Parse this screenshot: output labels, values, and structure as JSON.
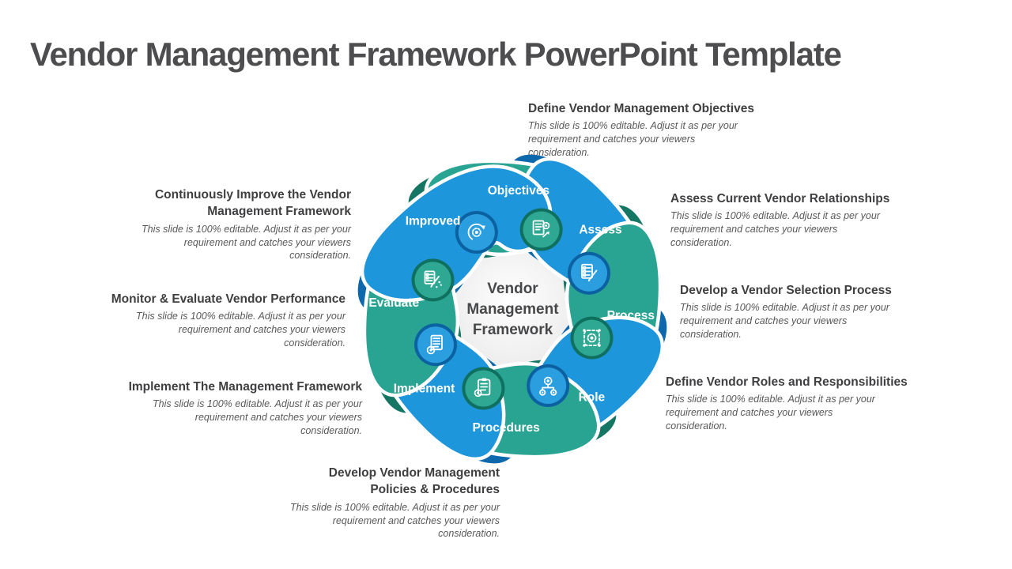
{
  "title": "Vendor Management Framework PowerPoint Template",
  "center": {
    "label": "Vendor Management Framework"
  },
  "editable_note": "This slide is 100% editable. Adjust it as per your requirement and catches your viewers consideration.",
  "colors": {
    "teal": "#2aa492",
    "teal_dark": "#147663",
    "blue": "#1e96db",
    "blue_dark": "#0e69ac",
    "heading": "#3f3f41",
    "body_text": "#595959",
    "title_text": "#4d4d4f",
    "center_bg": "#e9e9e9"
  },
  "segments": [
    {
      "label": "Objectives",
      "color": "teal",
      "icon": "document-gear-arrow-icon"
    },
    {
      "label": "Assess",
      "color": "blue",
      "icon": "checklist-pencil-icon"
    },
    {
      "label": "Process",
      "color": "teal",
      "icon": "process-flow-gear-icon"
    },
    {
      "label": "Role",
      "color": "blue",
      "icon": "hierarchy-gear-icon"
    },
    {
      "label": "Procedures",
      "color": "teal",
      "icon": "clipboard-gear-icon"
    },
    {
      "label": "Implement",
      "color": "blue",
      "icon": "document-gear-icon"
    },
    {
      "label": "Evaluate",
      "color": "teal",
      "icon": "document-edit-icon"
    },
    {
      "label": "Improved",
      "color": "blue",
      "icon": "gear-refresh-icon"
    }
  ],
  "callouts": [
    {
      "heading": "Define Vendor Management Objectives",
      "align": "left"
    },
    {
      "heading": "Assess Current Vendor Relationships",
      "align": "left"
    },
    {
      "heading": "Develop a Vendor Selection Process",
      "align": "left"
    },
    {
      "heading": "Define Vendor Roles and Responsibilities",
      "align": "left"
    },
    {
      "heading": "Develop Vendor Management Policies & Procedures",
      "align": "right"
    },
    {
      "heading": "Implement The Management Framework",
      "align": "right"
    },
    {
      "heading": "Monitor & Evaluate Vendor Performance",
      "align": "right"
    },
    {
      "heading": "Continuously Improve the Vendor Management Framework",
      "align": "right"
    }
  ]
}
